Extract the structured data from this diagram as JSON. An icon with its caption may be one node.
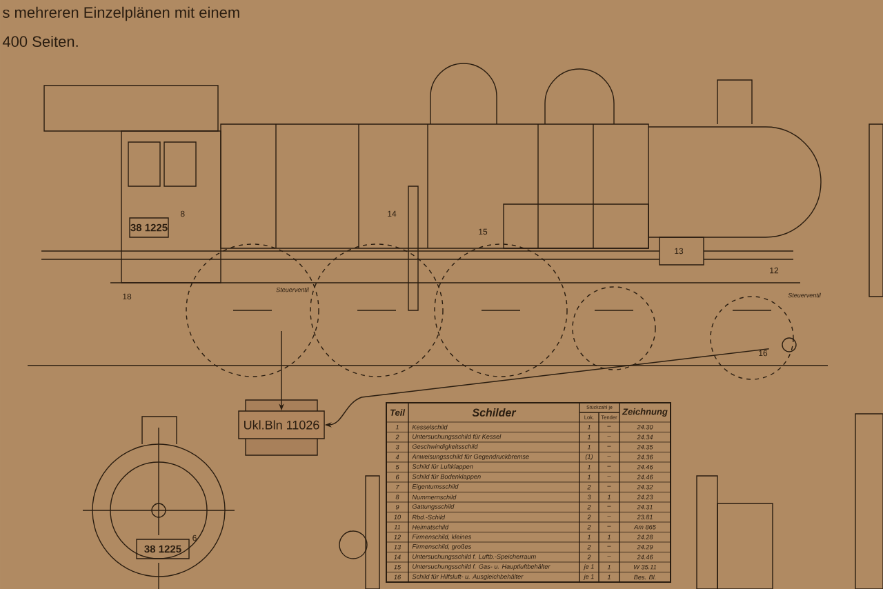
{
  "diagram": {
    "nodes": [
      {
        "text": [
          "Ukl.Bln 11026"
        ]
      },
      {
        "text": [
          "16"
        ]
      }
    ],
    "edges": [
      {
        "from": null,
        "to": 0,
        "arrow": "to"
      },
      {
        "from": 1,
        "to": 0,
        "arrow": "to"
      }
    ],
    "labels": [
      "s mehreren Einzelplänen mit einem",
      "400 Seiten.",
      "38 1225",
      "8",
      "18",
      "Steuerventil",
      "14",
      "15",
      "13",
      "12",
      "Steuerventil",
      "38 1225",
      "6",
      "Teil",
      "Schilder",
      "Stückzahl je",
      "Lok.",
      "Tender",
      "Zeichnung",
      "1",
      "Kesselschild",
      "1",
      "–",
      "24.30",
      "2",
      "Untersuchungsschild für Kessel",
      "1",
      "–",
      "24.34",
      "3",
      "Geschwindigkeitsschild",
      "1",
      "–",
      "24.35",
      "4",
      "Anweisungsschild für Gegendruckbremse",
      "(1)",
      "–",
      "24.36",
      "5",
      "Schild für Luftklappen",
      "1",
      "–",
      "24.46",
      "6",
      "Schild für Bodenklappen",
      "1",
      "–",
      "24.46",
      "7",
      "Eigentumsschild",
      "2",
      "–",
      "24.32",
      "8",
      "Nummernschild",
      "3",
      "1",
      "24.23",
      "9",
      "Gattungsschild",
      "2",
      "–",
      "24.31",
      "10",
      "Rbd.-Schild",
      "2",
      "–",
      "23.81",
      "11",
      "Heimatschild",
      "2",
      "–",
      "Am 865",
      "12",
      "Firmenschild, kleines",
      "1",
      "1",
      "24.28",
      "13",
      "Firmenschild, großes",
      "2",
      "–",
      "24.29",
      "14",
      "Untersuchungsschild f. Luftb.-Speicherraum",
      "2",
      "–",
      "24.46",
      "15",
      "Untersuchungsschild f. Gas- u. Hauptluftbehälter",
      "je 1",
      "1",
      "W 35.11",
      "16",
      "Schild für Hilfsluft- u. Ausgleichbehälter",
      "je 1",
      "1",
      "Bes. Bl."
    ]
  }
}
